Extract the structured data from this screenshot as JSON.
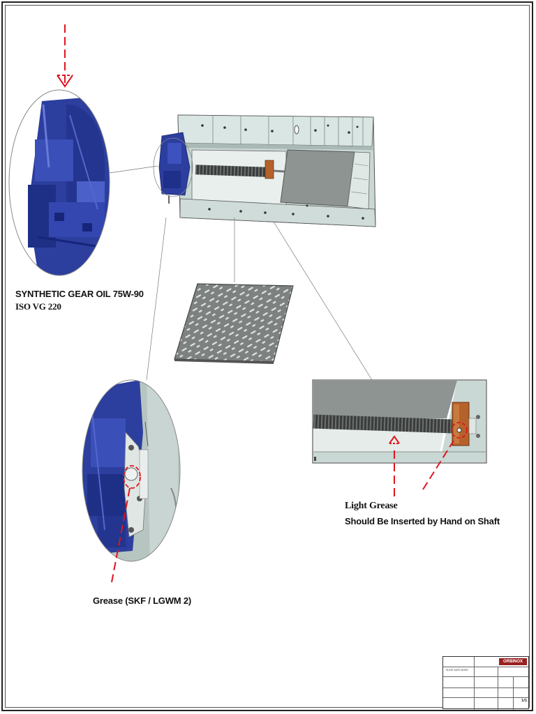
{
  "annotations": {
    "gear_oil_line1": "SYNTHETIC GEAR OIL 75W-90",
    "gear_oil_line2": "ISO VG 220",
    "grease_bearing": "Grease (SKF / LGWM 2)",
    "light_grease_title": "Light Grease",
    "light_grease_instruction": "Should Be Inserted by Hand on Shaft"
  },
  "title_block": {
    "brand": "ORBINOX",
    "drawing_title": "SLIDE GATE 60X60",
    "sheet": "1/1"
  },
  "colors": {
    "motor_blue": "#2c3e9e",
    "callout_red": "#e0141e",
    "frame_steel": "#c9d8d4",
    "plate_grey": "#8e9492",
    "nut_bronze": "#b5622a"
  }
}
